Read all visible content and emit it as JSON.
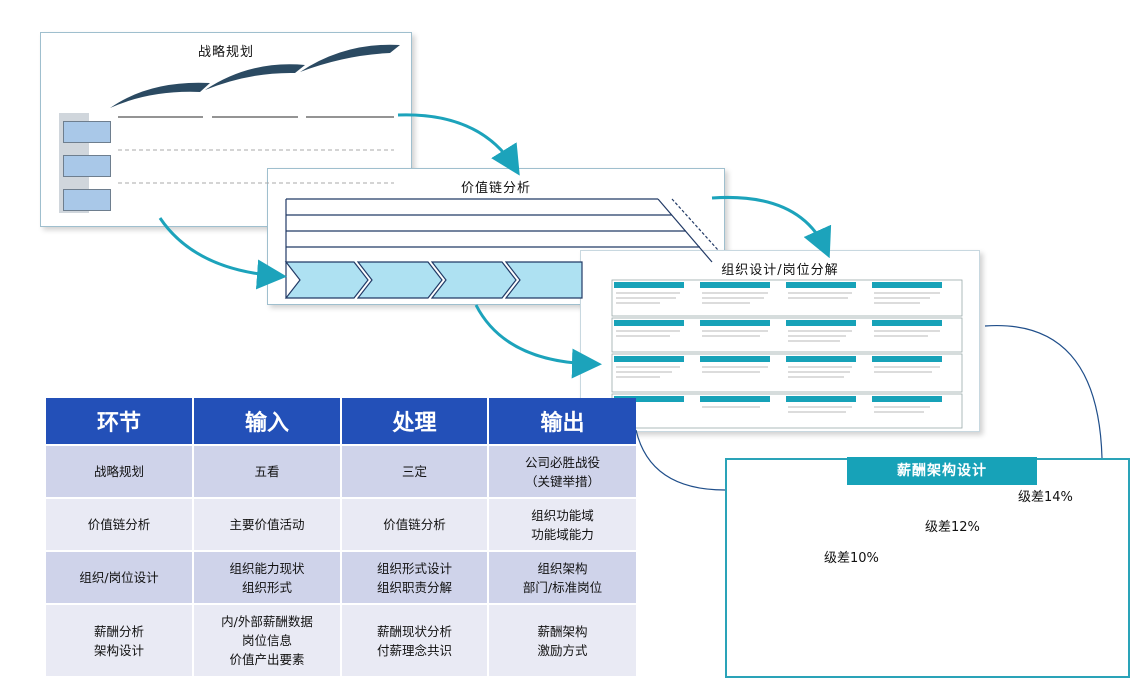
{
  "cards": {
    "strategy_title": "战略规划",
    "value_chain_title": "价值链分析",
    "org_title": "组织设计/岗位分解"
  },
  "table": {
    "headers": [
      "环节",
      "输入",
      "处理",
      "输出"
    ],
    "rows": [
      [
        "战略规划",
        "五看",
        "三定",
        "公司必胜战役\n（关键举措）"
      ],
      [
        "价值链分析",
        "主要价值活动",
        "价值链分析",
        "组织功能域\n功能域能力"
      ],
      [
        "组织/岗位设计",
        "组织能力现状\n组织形式",
        "组织形式设计\n组织职责分解",
        "组织架构\n部门/标准岗位"
      ],
      [
        "薪酬分析\n架构设计",
        "内/外部薪酬数据\n岗位信息\n价值产出要素",
        "薪酬现状分析\n付薪理念共识",
        "薪酬架构\n激励方式"
      ]
    ]
  },
  "salary": {
    "title": "薪酬架构设计",
    "level_labels": [
      "级差10%",
      "级差12%",
      "级差14%"
    ]
  },
  "colors": {
    "header_blue": "#2350b8",
    "teal": "#17a2b8",
    "row_dark": "#cfd3ea",
    "row_light": "#e9eaf4"
  }
}
